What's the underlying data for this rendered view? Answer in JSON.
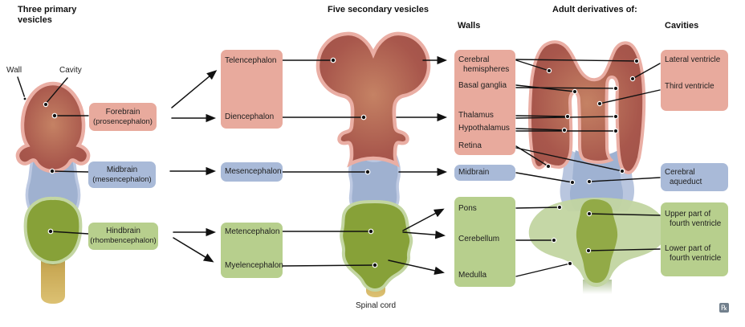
{
  "header": {
    "primary": "Three primary vesicles",
    "secondary": "Five secondary vesicles",
    "adult": "Adult derivatives of:",
    "walls": "Walls",
    "cavities": "Cavities"
  },
  "annotations": {
    "wall": "Wall",
    "cavity": "Cavity",
    "spinal_cord": "Spinal cord"
  },
  "primary_vesicles": {
    "forebrain": {
      "name": "Forebrain",
      "latin": "(prosencephalon)"
    },
    "midbrain": {
      "name": "Midbrain",
      "latin": "(mesencephalon)"
    },
    "hindbrain": {
      "name": "Hindbrain",
      "latin": "(rhombencephalon)"
    }
  },
  "secondary_vesicles": {
    "telencephalon": "Telencephalon",
    "diencephalon": "Diencephalon",
    "mesencephalon": "Mesencephalon",
    "metencephalon": "Metencephalon",
    "myelencephalon": "Myelencephalon"
  },
  "adult_walls": {
    "cerebral_hemispheres": "Cerebral hemispheres",
    "basal_ganglia": "Basal ganglia",
    "thalamus": "Thalamus",
    "hypothalamus": "Hypothalamus",
    "retina": "Retina",
    "midbrain": "Midbrain",
    "pons": "Pons",
    "cerebellum": "Cerebellum",
    "medulla": "Medulla"
  },
  "adult_cavities": {
    "lateral_ventricle": "Lateral ventricle",
    "third_ventricle": "Third ventricle",
    "cerebral_aqueduct": "Cerebral aqueduct",
    "upper_fourth": "Upper part of fourth ventricle",
    "lower_fourth": "Lower part of fourth ventricle"
  },
  "logo": {
    "glyph": "℞"
  },
  "colors": {
    "box_pink": "#e8aa9d",
    "box_blue": "#a9bad8",
    "box_green": "#b7cf8d",
    "vesicle_red": "#a8574c",
    "vesicle_red_light": "#c58264",
    "wall_pink": "#eaaea4",
    "tube_blue": "#9fb1d0",
    "tube_blue_light": "#bdc9e2",
    "hind_green": "#87a138",
    "hind_green_light": "#c3d6a2",
    "adult_green_light": "#c2d5a1",
    "adult_green_core": "#92aa47",
    "cord_tan": "#dcc173",
    "cord_tan_dark": "#9a873e",
    "line": "#111111"
  }
}
